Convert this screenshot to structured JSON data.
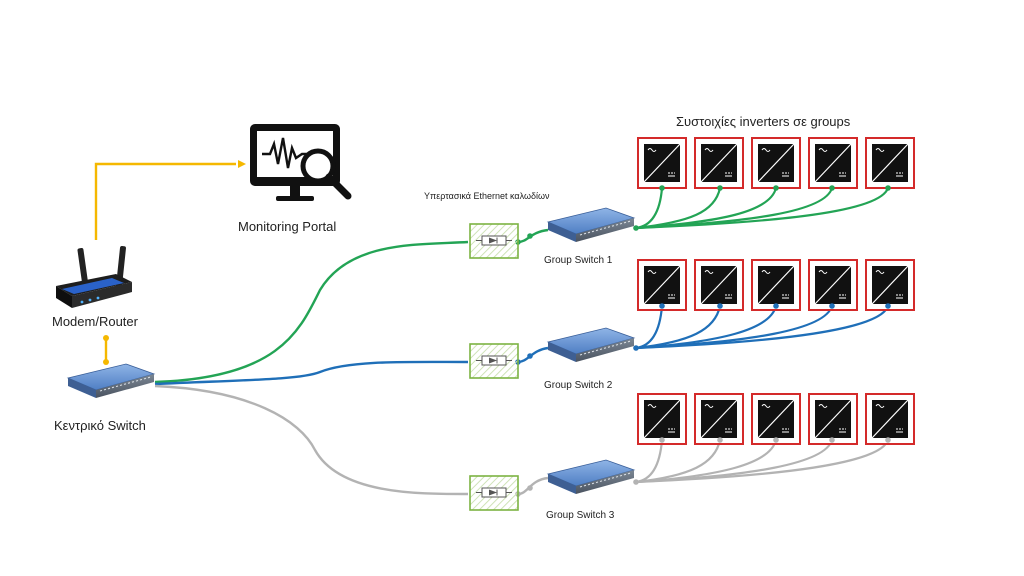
{
  "labels": {
    "monitoring_portal": "Monitoring Portal",
    "modem_router": "Modem/Router",
    "central_switch": "Κεντρικό Switch",
    "surge_protectors": "Υπερτασικά Ethernet καλωδίων",
    "inverter_arrays": "Συστοιχίες inverters σε groups",
    "group_switches": [
      "Group Switch 1",
      "Group Switch 2",
      "Group Switch 3"
    ]
  },
  "colors": {
    "internet_link": "#f5b800",
    "group1_cable": "#23a455",
    "group2_cable": "#1f6fb8",
    "group3_cable": "#b3b3b3",
    "inverter_border": "#d42a2a",
    "surge_border": "#7cb342"
  },
  "icons": {
    "monitor": "monitor-magnifier-icon",
    "router": "wifi-router-icon",
    "switch": "network-switch-icon",
    "surge": "surge-protector-icon",
    "inverter": "inverter-icon"
  },
  "groups": [
    {
      "name": "Group Switch 1",
      "inverter_count": 5
    },
    {
      "name": "Group Switch 2",
      "inverter_count": 5
    },
    {
      "name": "Group Switch 3",
      "inverter_count": 5
    }
  ]
}
